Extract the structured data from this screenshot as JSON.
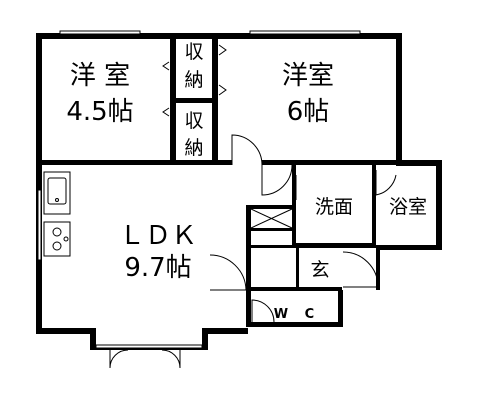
{
  "rooms": {
    "bedroom_west": {
      "name": "洋 室",
      "size": "4.5帖"
    },
    "bedroom_east": {
      "name": "洋室",
      "size": "6帖"
    },
    "closet": {
      "char1": "収",
      "char2": "納"
    },
    "ldk": {
      "name": "ＬＤＫ",
      "size": "9.7帖"
    },
    "washroom": {
      "name": "洗面"
    },
    "bathroom": {
      "name": "浴室"
    },
    "entrance": {
      "name": "玄"
    },
    "toilet": {
      "name": "W C"
    }
  },
  "icons": [
    "sink-icon",
    "stove-icon",
    "door-swing-icon",
    "window-icon",
    "closet-door-icon"
  ]
}
